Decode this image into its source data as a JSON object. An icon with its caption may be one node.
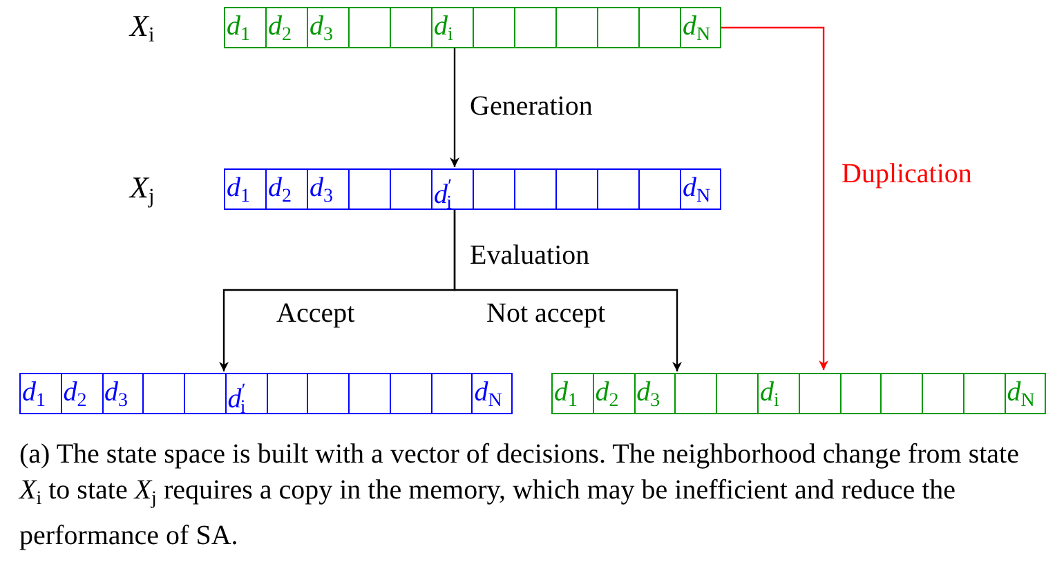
{
  "diagram": {
    "caption": "(a) The state space is built with a vector of decisions. The neighborhood change from state *X*$_{i}$ to state *X*$_{j}$ requires a copy in the memory, which may be inefficient and reduce the performance of SA.",
    "nodes": [
      {
        "text": [
          "*d*$_{1}$",
          "*d*$_{2}$",
          "*d*$_{3}$",
          "*d*$_{i}$",
          "*d*$_{N}$"
        ],
        "beside": [
          "*X*$_{i}$"
        ]
      },
      {
        "text": [
          "*d*$_{1}$",
          "*d*$_{2}$",
          "*d*$_{3}$",
          "*d*$^{′}$$_{i}$",
          "*d*$_{N}$"
        ],
        "beside": [
          "*X*$_{j}$"
        ]
      },
      {
        "text": [
          "*d*$_{1}$",
          "*d*$_{2}$",
          "*d*$_{3}$",
          "*d*$^{′}$$_{i}$",
          "*d*$_{N}$"
        ]
      },
      {
        "text": [
          "*d*$_{1}$",
          "*d*$_{2}$",
          "*d*$_{3}$",
          "*d*$_{i}$",
          "*d*$_{N}$"
        ]
      }
    ],
    "edges": [
      {
        "from": 0,
        "to": 1,
        "arrow": "to",
        "label": "Generation"
      },
      {
        "from": 1,
        "to": 2,
        "arrow": "to",
        "label": "Accept"
      },
      {
        "from": 1,
        "to": 3,
        "arrow": "to",
        "label": "Not accept"
      },
      {
        "from": 0,
        "to": 3,
        "arrow": "to",
        "label": "Duplication",
        "color": "#ff0000"
      }
    ],
    "labels": [
      "Evaluation"
    ]
  }
}
